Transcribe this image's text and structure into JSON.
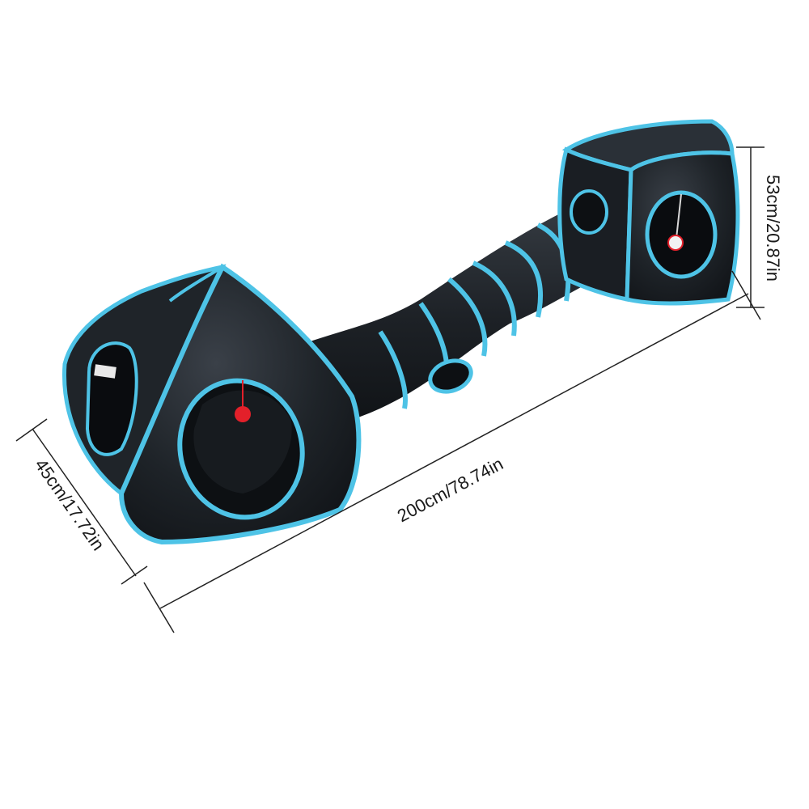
{
  "product": {
    "colors": {
      "fabric": "#1b1f24",
      "fabric_highlight": "#3a4048",
      "trim": "#4ec3e6",
      "toy_ball": "#e3202a",
      "background": "#ffffff",
      "dimension_line": "#222222"
    }
  },
  "dimensions": {
    "length_label": "200cm/78.74in",
    "height_label": "53cm/20.87in",
    "depth_label": "45cm/17.72in"
  }
}
